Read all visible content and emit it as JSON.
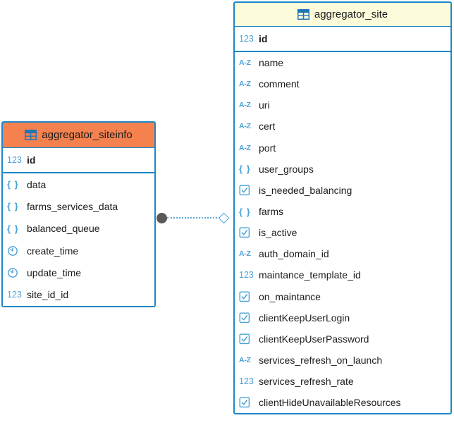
{
  "diagram": {
    "tool": "database-entity-diagram",
    "colors": {
      "border": "#1E87C8",
      "icon": "#4AA1D8",
      "text": "#1b1b1b",
      "orange_header": "#F5814E",
      "yellow_header": "#FCFCDB",
      "marker_gray": "#595959",
      "line_blue": "#56A5DB"
    },
    "icon_glyphs": {
      "number-icon": "123",
      "text-icon": "A-Z",
      "json-icon": "{ }"
    },
    "tables": [
      {
        "name": "aggregator_siteinfo",
        "header_color": "#F5814E",
        "primary_key": [
          {
            "icon": "number-icon",
            "label": "id"
          }
        ],
        "columns": [
          {
            "icon": "json-icon",
            "label": "data"
          },
          {
            "icon": "json-icon",
            "label": "farms_services_data"
          },
          {
            "icon": "json-icon",
            "label": "balanced_queue"
          },
          {
            "icon": "datetime-icon",
            "label": "create_time"
          },
          {
            "icon": "datetime-icon",
            "label": "update_time"
          },
          {
            "icon": "number-icon",
            "label": "site_id_id"
          }
        ]
      },
      {
        "name": "aggregator_site",
        "header_color": "#FCFCDB",
        "primary_key": [
          {
            "icon": "number-icon",
            "label": "id"
          }
        ],
        "columns": [
          {
            "icon": "text-icon",
            "label": "name"
          },
          {
            "icon": "text-icon",
            "label": "comment"
          },
          {
            "icon": "text-icon",
            "label": "uri"
          },
          {
            "icon": "text-icon",
            "label": "cert"
          },
          {
            "icon": "text-icon",
            "label": "port"
          },
          {
            "icon": "json-icon",
            "label": "user_groups"
          },
          {
            "icon": "boolean-icon",
            "label": "is_needed_balancing"
          },
          {
            "icon": "json-icon",
            "label": "farms"
          },
          {
            "icon": "boolean-icon",
            "label": "is_active"
          },
          {
            "icon": "text-icon",
            "label": "auth_domain_id"
          },
          {
            "icon": "number-icon",
            "label": "maintance_template_id"
          },
          {
            "icon": "boolean-icon",
            "label": "on_maintance"
          },
          {
            "icon": "boolean-icon",
            "label": "clientKeepUserLogin"
          },
          {
            "icon": "boolean-icon",
            "label": "clientKeepUserPassword"
          },
          {
            "icon": "text-icon",
            "label": "services_refresh_on_launch"
          },
          {
            "icon": "number-icon",
            "label": "services_refresh_rate"
          },
          {
            "icon": "boolean-icon",
            "label": "clientHideUnavailableResources"
          }
        ]
      }
    ],
    "relationship": {
      "from_table": "aggregator_siteinfo",
      "to_table": "aggregator_site",
      "line_style": "dotted",
      "source_marker": "filled-circle",
      "target_marker": "open-diamond"
    }
  }
}
